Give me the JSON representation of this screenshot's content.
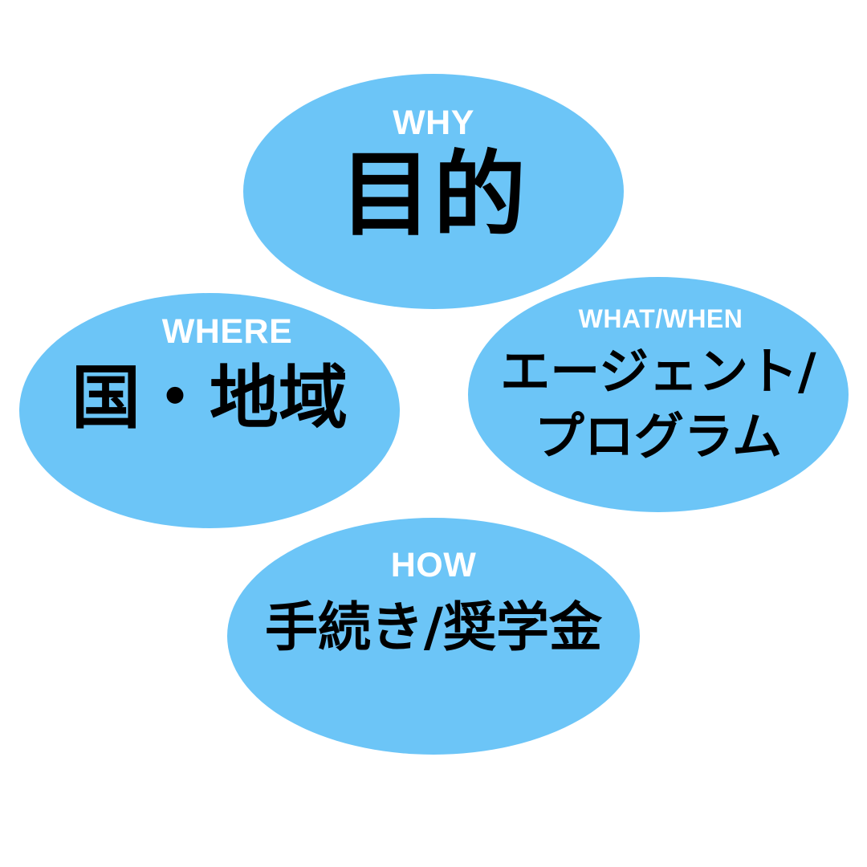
{
  "diagram": {
    "title": "",
    "background_color": "#FFFFFF",
    "node_color": "#6CC5F7",
    "kicker_color": "#FFFFFF",
    "label_color": "#000000",
    "nodes": [
      {
        "id": "why",
        "kicker": "WHY",
        "label": "目的",
        "label_line1": "目的",
        "label_line2": "",
        "position": "top"
      },
      {
        "id": "where",
        "kicker": "WHERE",
        "label": "国・地域",
        "label_line1": "国・地域",
        "label_line2": "",
        "position": "left"
      },
      {
        "id": "whatwhen",
        "kicker": "WHAT/WHEN",
        "label": "エージェント/プログラム",
        "label_line1": "エージェント/",
        "label_line2": "プログラム",
        "position": "right"
      },
      {
        "id": "how",
        "kicker": "HOW",
        "label": "手続き/奨学金",
        "label_line1": "手続き/奨学金",
        "label_line2": "",
        "position": "bottom"
      }
    ]
  }
}
